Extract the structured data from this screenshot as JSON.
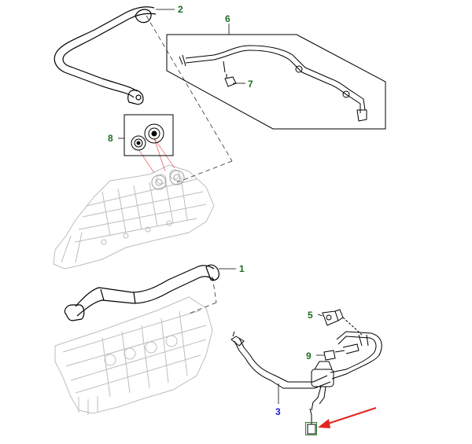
{
  "callouts": {
    "c1": "1",
    "c2": "2",
    "c3": "3",
    "c5": "5",
    "c6": "6",
    "c7": "7",
    "c8": "8",
    "c9": "9"
  },
  "colors": {
    "callout_green": "#1b6e20",
    "callout_blue": "#1a1ad6",
    "arrow_red": "#e3261f",
    "part_stroke": "#000000",
    "ghost_stroke": "#bdbdbd"
  }
}
